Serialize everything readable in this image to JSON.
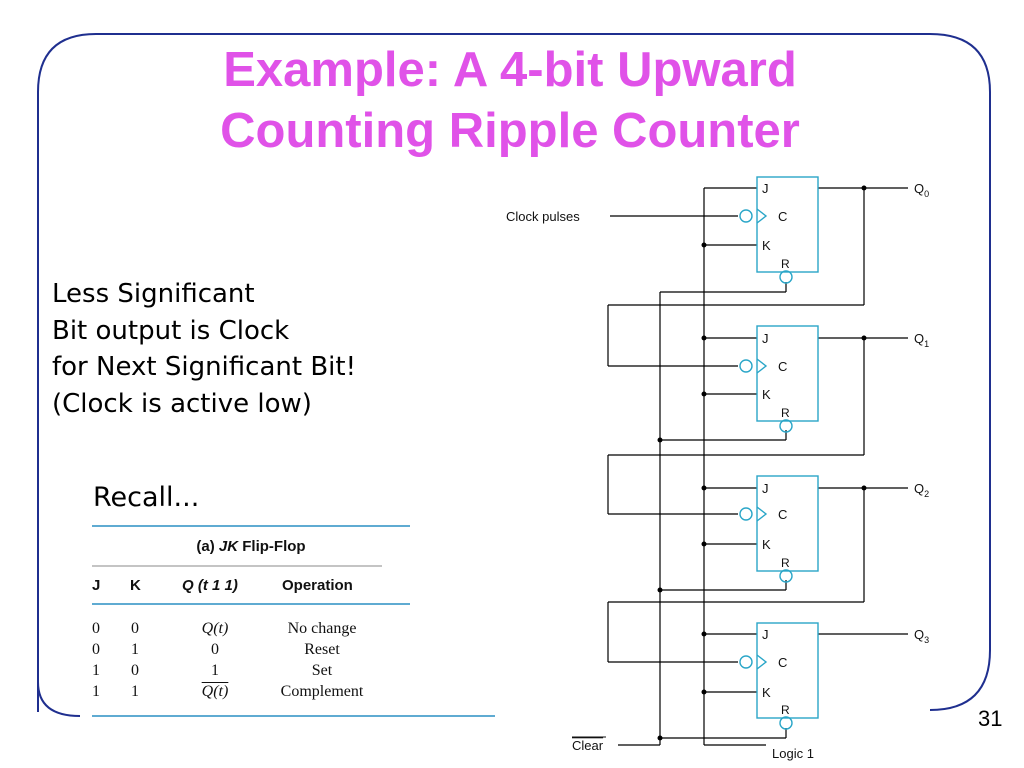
{
  "slide": {
    "title_line1": "Example: A 4-bit Upward",
    "title_line2": "Counting Ripple Counter",
    "page_number": "31",
    "title_color": "#e052e8",
    "frame_color": "#1f2f8f"
  },
  "note": {
    "lines": [
      "Less Significant",
      "Bit output is Clock",
      "for Next Significant Bit!",
      "(Clock is active low)"
    ]
  },
  "recall": {
    "label": "Recall...",
    "table_caption_prefix": "(a) ",
    "table_caption_jk": "JK",
    "table_caption_suffix": " Flip-Flop",
    "headers": {
      "j": "J",
      "k": "K",
      "q": "Q (t 1 1)",
      "operation": "Operation"
    },
    "rows": [
      {
        "j": "0",
        "k": "0",
        "q": "Q(t)",
        "op": "No change"
      },
      {
        "j": "0",
        "k": "1",
        "q": "0",
        "op": "Reset"
      },
      {
        "j": "1",
        "k": "0",
        "q": "1",
        "op": "Set"
      },
      {
        "j": "1",
        "k": "1",
        "q": "Q(t)",
        "op": "Complement"
      }
    ],
    "rule_color": "#2a8fc4"
  },
  "circuit": {
    "clock_label": "Clock pulses",
    "clear_label": "Clear",
    "logic_label": "Logic 1",
    "pin_j": "J",
    "pin_c": "C",
    "pin_k": "K",
    "pin_r": "R",
    "outputs": [
      "Q",
      "Q",
      "Q",
      "Q"
    ],
    "output_subscripts": [
      "0",
      "1",
      "2",
      "3"
    ],
    "flipflop_color": "#2aa6c8"
  }
}
